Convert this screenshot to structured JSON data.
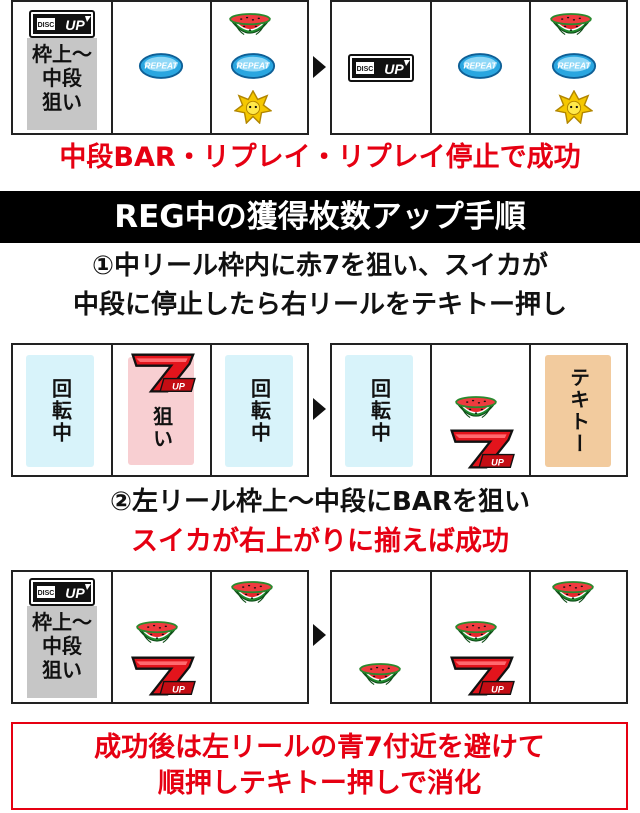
{
  "labels": {
    "frame_upper_mid": "枠上～\n中段\n狙い",
    "aim_short": "狙い",
    "middle": "回転中",
    "tekitoo": "テキトー"
  },
  "result_line": "中段BAR・リプレイ・リプレイ停止で成功",
  "title": "REG中の獲得枚数アップ手順",
  "step1": {
    "line1": "①中リール枠内に赤7を狙い、スイカが",
    "line2": "中段に停止したら右リールをテキトー押し"
  },
  "step2": {
    "line1": "②左リール枠上～中段にBARを狙い",
    "line2": "スイカが右上がりに揃えば成功"
  },
  "footer": {
    "line1": "成功後は左リールの青7付近を避けて",
    "line2": "順押しテキトー押しで消化"
  },
  "symbol_text": {
    "bar": "DISC UP",
    "replay": "REPEAT",
    "seven_sub": "UP"
  },
  "colors": {
    "accent_red": "#e60012",
    "title_bg": "#000000",
    "label_blue": "#d8f3fa",
    "label_pink": "#f8cfd2",
    "label_tan": "#f2cb9e",
    "label_gray": "#c6c6c6"
  }
}
